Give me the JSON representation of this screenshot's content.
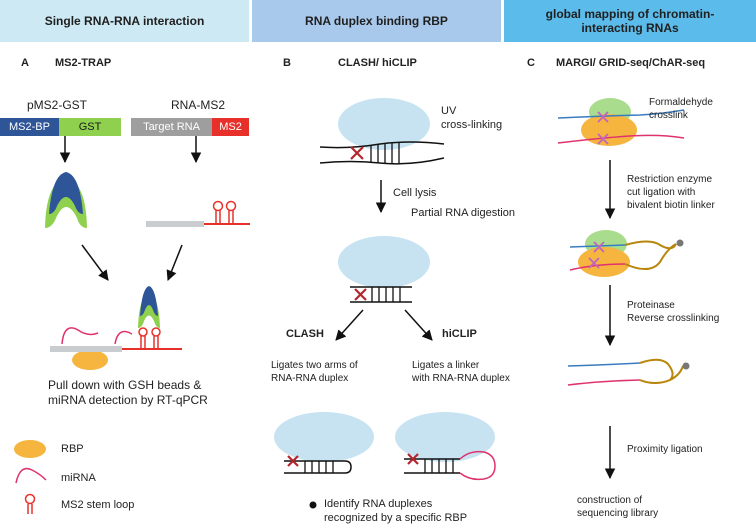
{
  "headers": {
    "a": "Single RNA-RNA  interaction",
    "b": "RNA duplex binding RBP",
    "c": "global mapping of chromatin-interacting RNAs"
  },
  "panel_a": {
    "letter": "A",
    "title": "MS2-TRAP",
    "pms2_label": "pMS2-GST",
    "rna_ms2_label": "RNA-MS2",
    "ms2bp": "MS2-BP",
    "gst": "GST",
    "target_rna": "Target RNA",
    "ms2": "MS2",
    "pulldown_line1": "Pull down with GSH beads &",
    "pulldown_line2": "miRNA detection by RT-qPCR",
    "legend": {
      "rbp": "RBP",
      "mirna": "miRNA",
      "stem_loop": "MS2 stem loop"
    }
  },
  "panel_b": {
    "letter": "B",
    "title": "CLASH/  hiCLIP",
    "uv_line1": "UV",
    "uv_line2": "cross-linking",
    "cell_lysis": "Cell lysis",
    "partial_digestion": "Partial RNA digestion",
    "clash": "CLASH",
    "hiclip": "hiCLIP",
    "clash_desc1": "Ligates two arms of",
    "clash_desc2": "RNA-RNA duplex",
    "hiclip_desc1": "Ligates a linker",
    "hiclip_desc2": "with RNA-RNA duplex",
    "identify_line1": "Identify RNA duplexes",
    "identify_line2": "recognized by a specific RBP"
  },
  "panel_c": {
    "letter": "C",
    "title": "MARGI/ GRID-seq/ChAR-seq",
    "formaldehyde1": "Formaldehyde",
    "formaldehyde2": "crosslink",
    "restriction1": "Restriction enzyme",
    "restriction2": "cut ligation with",
    "restriction3": "bivalent biotin linker",
    "proteinase1": "Proteinase",
    "proteinase2": "Reverse crosslinking",
    "proximity": "Proximity ligation",
    "construction1": "construction of",
    "construction2": "sequencing library"
  },
  "colors": {
    "header_a": "#cde9f4",
    "header_b": "#a9c9ec",
    "header_c": "#5bbbea",
    "ms2bp_box": "#2e5597",
    "gst_box": "#8fd14f",
    "target_box": "#9e9e9e",
    "ms2_box": "#e8302a",
    "rbp": "#f5b53f",
    "mirna": "#e0326f",
    "protein_blob": "#c7e3f1",
    "green_blob": "#a9dc8c",
    "cross": "#b3262e",
    "linker": "#b8860b",
    "rna_blue": "#3a7cc0",
    "rna_red": "#e0326f"
  }
}
